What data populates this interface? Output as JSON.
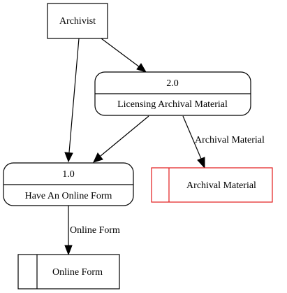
{
  "entities": {
    "archivist": {
      "label": "Archivist"
    }
  },
  "processes": {
    "p2": {
      "id": "2.0",
      "label": "Licensing Archival Material"
    },
    "p1": {
      "id": "1.0",
      "label": "Have An Online Form"
    }
  },
  "data_stores": {
    "archival": {
      "label": "Archival Material",
      "border_color": "#e31a1c"
    },
    "online_form": {
      "label": "Online Form",
      "border_color": "#000000"
    }
  },
  "edges": {
    "p2_to_archival": {
      "label": "Archival Material"
    },
    "p1_to_online_form": {
      "label": "Online Form"
    }
  }
}
